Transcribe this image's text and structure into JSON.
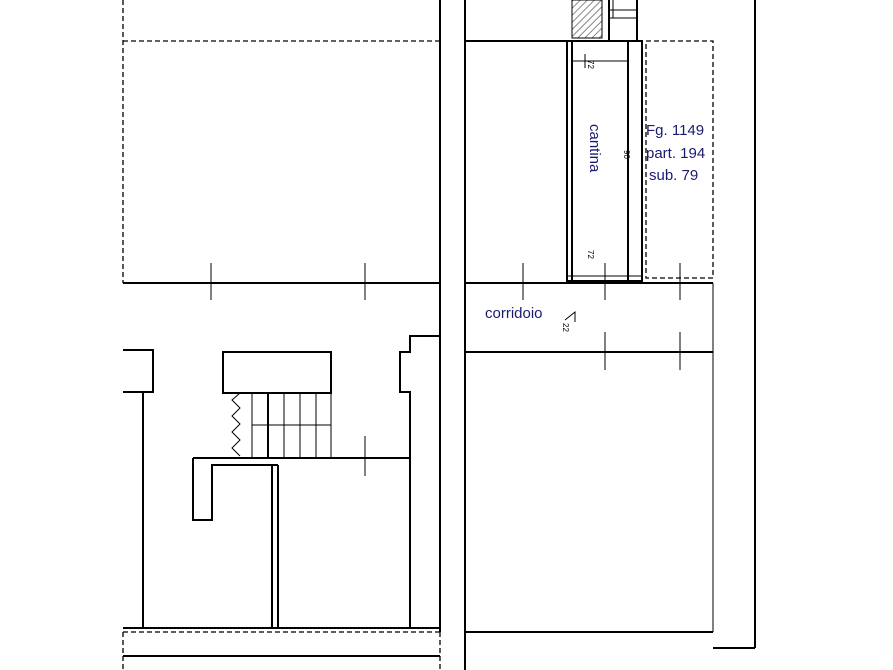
{
  "plan": {
    "rooms": {
      "cantina": "cantina",
      "corridoio": "corridoio"
    },
    "parcel": {
      "foglio": "Fg. 1149",
      "particella": "part. 194",
      "subalterno": "sub. 79"
    },
    "dims": {
      "h_cantina_top": "72",
      "h_cantina_right": "90",
      "h_cantina_bottom": "72",
      "h_corridoio": "22"
    },
    "colors": {
      "room_label": "#1a1a70",
      "parcel_label": "#1a1a70",
      "lines": "#000000",
      "hatch": "#555555"
    }
  }
}
